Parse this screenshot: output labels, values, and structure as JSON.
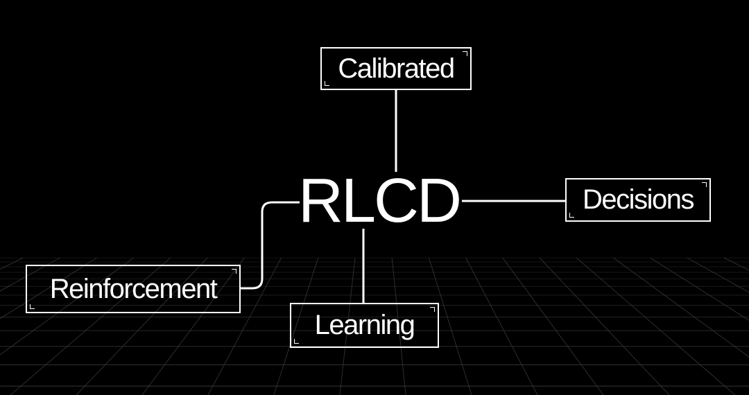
{
  "diagram": {
    "center": "RLCD",
    "nodes": {
      "calibrated": "Calibrated",
      "decisions": "Decisions",
      "reinforcement": "Reinforcement",
      "learning": "Learning"
    }
  },
  "colors": {
    "background": "#000000",
    "foreground": "#ffffff",
    "grid": "#3a3a3a"
  }
}
